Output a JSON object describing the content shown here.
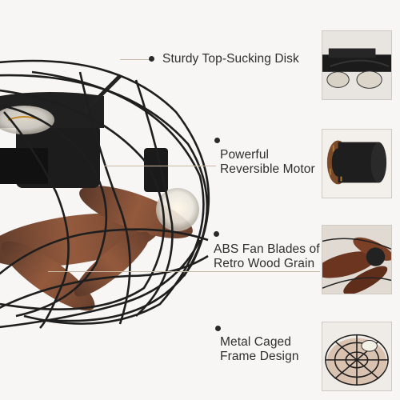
{
  "features": [
    {
      "label": "Sturdy Top-Sucking Disk",
      "icon": "disk-thumbnail"
    },
    {
      "label_line1": "Powerful",
      "label_line2": "Reversible Motor",
      "icon": "motor-thumbnail"
    },
    {
      "label_line1": "ABS Fan Blades of",
      "label_line2": "Retro Wood Grain",
      "icon": "blades-thumbnail"
    },
    {
      "label_line1": "Metal Caged",
      "label_line2": "Frame Design",
      "icon": "cage-thumbnail"
    }
  ],
  "colors": {
    "accent_dot": "#2a2a2a",
    "leader": "#c8b8a6",
    "wood": "#6e3a22",
    "metal": "#1e1e1e"
  }
}
